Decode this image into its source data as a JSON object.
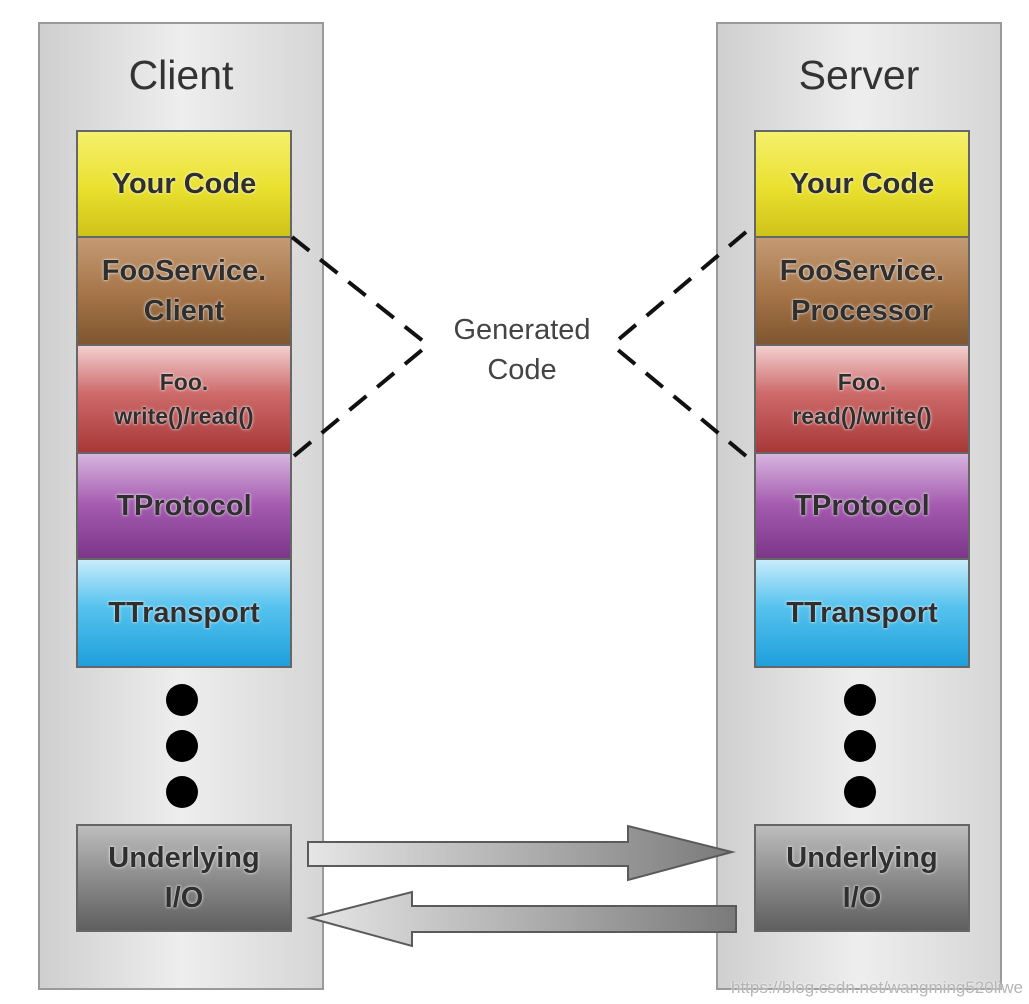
{
  "client": {
    "title": "Client",
    "layers": {
      "your_code": "Your Code",
      "service": "FooService.\nClient",
      "struct": "Foo.\nwrite()/read()",
      "protocol": "TProtocol",
      "transport": "TTransport",
      "io": "Underlying\nI/O"
    }
  },
  "server": {
    "title": "Server",
    "layers": {
      "your_code": "Your Code",
      "service": "FooService.\nProcessor",
      "struct": "Foo.\nread()/write()",
      "protocol": "TProtocol",
      "transport": "TTransport",
      "io": "Underlying\nI/O"
    }
  },
  "generated_label": "Generated\nCode",
  "watermark": "https://blog.csdn.net/wangming520liwe",
  "colors": {
    "your_code": "#e9e02e",
    "service": "#a57347",
    "struct": "#cd6a6a",
    "protocol": "#a35aae",
    "transport": "#54c2ee",
    "io": "#8c8c8c",
    "column": "#e0e0e0"
  }
}
